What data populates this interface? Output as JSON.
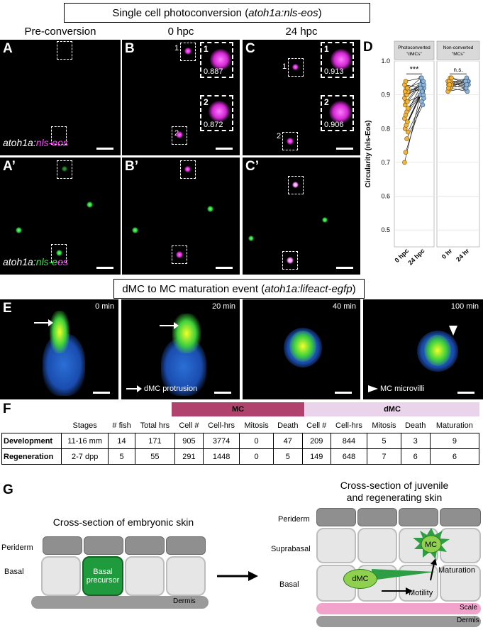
{
  "top_title": {
    "prefix": "Single cell photoconversion (",
    "gene": "atoh1a:nls-eos",
    "suffix": ")"
  },
  "columns": [
    "Pre-conversion",
    "0 hpc",
    "24 hpc"
  ],
  "panels": {
    "A": "A",
    "A2": "A’",
    "B": "B",
    "B2": "B’",
    "C": "C",
    "C2": "C’",
    "D": "D",
    "E": "E",
    "F": "F",
    "G": "G"
  },
  "gene_label": {
    "prefix": "atoh1a:",
    "nls": "nls",
    "dash1": "-",
    "eos_single": "eos",
    "e": "e",
    "os": "os"
  },
  "insets": {
    "B": [
      {
        "num": "1",
        "value": "0.887"
      },
      {
        "num": "2",
        "value": "0.872"
      }
    ],
    "C": [
      {
        "num": "1",
        "value": "0.913"
      },
      {
        "num": "2",
        "value": "0.906"
      }
    ]
  },
  "roi_labels": {
    "one": "1",
    "two": "2"
  },
  "chart_data": {
    "type": "scatter",
    "ylabel": "Circularity (nls-Eos)",
    "ylim": [
      0.45,
      1.0
    ],
    "yticks": [
      "1.0",
      "0.9",
      "0.8",
      "0.7",
      "0.6",
      "0.5"
    ],
    "facets": [
      {
        "title": "Photoconverted “dMCs”",
        "categories": [
          "0 hpc",
          "24 hpc"
        ],
        "significance": "***",
        "color": "#f3b33d",
        "pairs": [
          [
            0.7,
            0.9
          ],
          [
            0.73,
            0.88
          ],
          [
            0.77,
            0.87
          ],
          [
            0.79,
            0.89
          ],
          [
            0.8,
            0.9
          ],
          [
            0.81,
            0.91
          ],
          [
            0.82,
            0.92
          ],
          [
            0.83,
            0.9
          ],
          [
            0.84,
            0.93
          ],
          [
            0.85,
            0.91
          ],
          [
            0.86,
            0.92
          ],
          [
            0.87,
            0.93
          ],
          [
            0.88,
            0.94
          ],
          [
            0.88,
            0.9
          ],
          [
            0.89,
            0.93
          ],
          [
            0.9,
            0.92
          ],
          [
            0.9,
            0.94
          ],
          [
            0.91,
            0.93
          ],
          [
            0.91,
            0.95
          ],
          [
            0.92,
            0.91
          ],
          [
            0.92,
            0.94
          ],
          [
            0.93,
            0.92
          ],
          [
            0.94,
            0.95
          ]
        ]
      },
      {
        "title": "Non-converted “MCs”",
        "categories": [
          "0 hr",
          "24 hr"
        ],
        "significance": "n.s.",
        "color": "#8fb4d8",
        "pairs": [
          [
            0.91,
            0.92
          ],
          [
            0.92,
            0.93
          ],
          [
            0.92,
            0.91
          ],
          [
            0.93,
            0.94
          ],
          [
            0.93,
            0.92
          ],
          [
            0.93,
            0.95
          ],
          [
            0.94,
            0.93
          ],
          [
            0.94,
            0.94
          ],
          [
            0.94,
            0.92
          ],
          [
            0.95,
            0.94
          ],
          [
            0.95,
            0.93
          ],
          [
            0.92,
            0.94
          ],
          [
            0.93,
            0.93
          ]
        ]
      }
    ]
  },
  "panel_e": {
    "title_prefix": "dMC to MC maturation event (",
    "gene": "atoh1a:lifeact-egfp",
    "title_suffix": ")",
    "frames": [
      "0 min",
      "20 min",
      "40 min",
      "100 min"
    ],
    "legend_arrow": "dMC protrusion",
    "legend_arrowhead": "MC microvilli"
  },
  "table": {
    "group_mc": "MC",
    "group_dmc": "dMC",
    "group_mc_color": "#b0436d",
    "group_dmc_color": "#ead4ec",
    "headers": [
      "Stages",
      "# fish",
      "Total hrs",
      "Cell #",
      "Cell-hrs",
      "Mitosis",
      "Death",
      "Cell #",
      "Cell-hrs",
      "Mitosis",
      "Death",
      "Maturation"
    ],
    "rows": [
      {
        "label": "Development",
        "values": [
          "11-16 mm",
          "14",
          "171",
          "905",
          "3774",
          "0",
          "47",
          "209",
          "844",
          "5",
          "3",
          "9"
        ]
      },
      {
        "label": "Regeneration",
        "values": [
          "2-7 dpp",
          "5",
          "55",
          "291",
          "1448",
          "0",
          "5",
          "149",
          "648",
          "7",
          "6",
          "6"
        ]
      }
    ]
  },
  "panel_g": {
    "left_title": "Cross-section of embryonic skin",
    "right_title_1": "Cross-section of juvenile",
    "right_title_2": "and regenerating skin",
    "periderm": "Periderm",
    "basal": "Basal",
    "suprabasal": "Suprabasal",
    "dermis": "Dermis",
    "scale": "Scale",
    "basal_precursor_1": "Basal",
    "basal_precursor_2": "precursor",
    "dmc": "dMC",
    "mc": "MC",
    "motility": "Motility",
    "maturation": "Maturation"
  }
}
